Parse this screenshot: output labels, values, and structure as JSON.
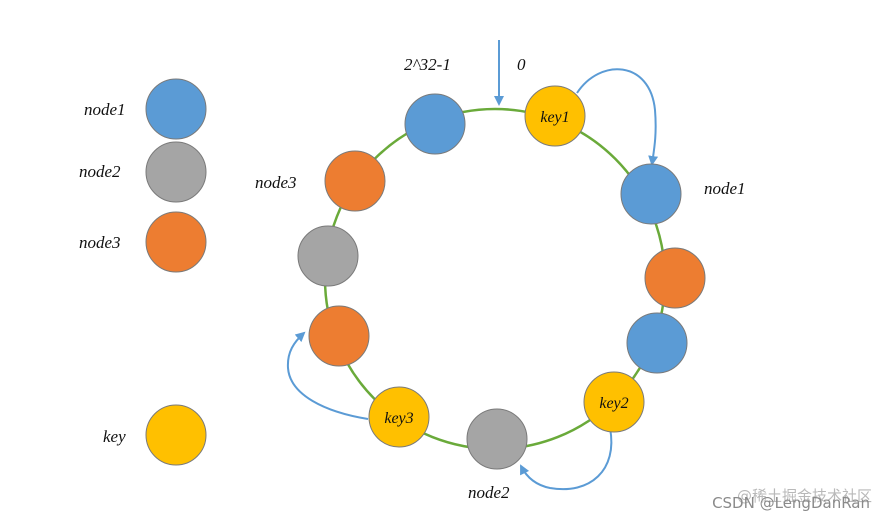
{
  "colors": {
    "ring": "#6aaa3a",
    "arrow": "#5b9bd5",
    "node1": "#5b9bd5",
    "node2": "#a5a5a5",
    "node3": "#ed7d31",
    "key": "#ffc000",
    "outline": "#7a7a7a"
  },
  "legend": {
    "node1": "node1",
    "node2": "node2",
    "node3": "node3",
    "key": "key"
  },
  "ring_labels": {
    "max_hash": "2^32-1",
    "zero": "0",
    "node3": "node3",
    "node1": "node1",
    "node2": "node2"
  },
  "keys": {
    "key1": "key1",
    "key2": "key2",
    "key3": "key3"
  },
  "watermark": "CSDN @LengDanRan",
  "watermark_overlay": "@稀土掘金技术社区"
}
